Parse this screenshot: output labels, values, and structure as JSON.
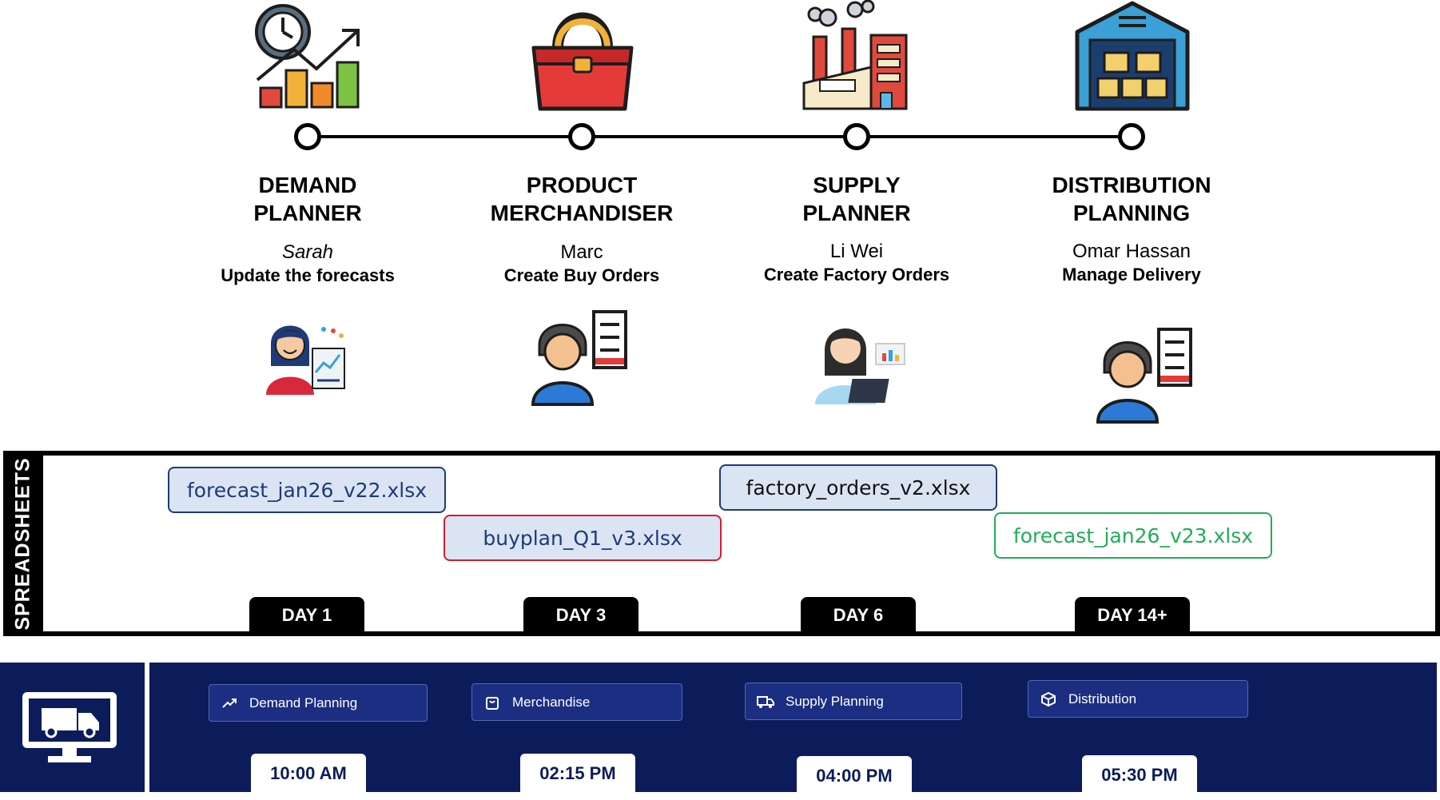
{
  "roles": [
    {
      "title_line1": "DEMAND",
      "title_line2": "PLANNER",
      "person": "Sarah",
      "task": "Update the forecasts",
      "icon": "demand-chart-icon"
    },
    {
      "title_line1": "PRODUCT",
      "title_line2": "MERCHANDISER",
      "person": "Marc",
      "task": "Create Buy Orders",
      "icon": "handbag-icon"
    },
    {
      "title_line1": "SUPPLY",
      "title_line2": "PLANNER",
      "person": "Li Wei",
      "task": "Create Factory Orders",
      "icon": "factory-icon"
    },
    {
      "title_line1": "DISTRIBUTION",
      "title_line2": "PLANNING",
      "person": "Omar Hassan",
      "task": "Manage Delivery",
      "icon": "warehouse-icon"
    }
  ],
  "spreadsheets": {
    "label": "SPREADSHEETS",
    "files": [
      "forecast_jan26_v22.xlsx",
      "buyplan_Q1_v3.xlsx",
      "factory_orders_v2.xlsx",
      "forecast_jan26_v23.xlsx"
    ],
    "days": [
      "DAY 1",
      "DAY 3",
      "DAY 6",
      "DAY 14+"
    ]
  },
  "app": {
    "icon": "monitor-truck-icon",
    "buttons": [
      {
        "label": "Demand Planning",
        "icon": "trend-up-icon"
      },
      {
        "label": "Merchandise",
        "icon": "shopping-bag-icon"
      },
      {
        "label": "Supply Planning",
        "icon": "truck-icon"
      },
      {
        "label": "Distribution",
        "icon": "package-icon"
      }
    ],
    "times": [
      "10:00 AM",
      "02:15 PM",
      "04:00 PM",
      "05:30 PM"
    ]
  },
  "colors": {
    "navy": "#0c1c5b",
    "button_blue": "#1c2e82",
    "file_fill": "#dbe4f3",
    "file_border_navy": "#1f3a78",
    "file_border_red": "#d01f2e",
    "file_green": "#1fae55"
  }
}
